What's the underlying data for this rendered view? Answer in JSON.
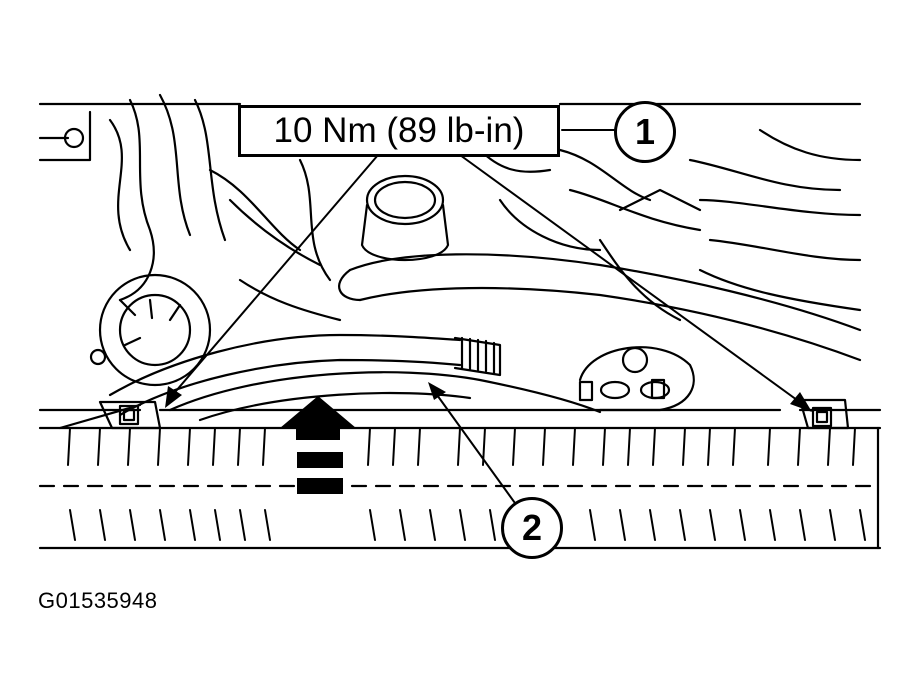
{
  "torque_spec": "10 Nm (89 lb-in)",
  "callouts": [
    {
      "number": "1"
    },
    {
      "number": "2"
    }
  ],
  "figure_id": "G01535948",
  "colors": {
    "ink": "#000000",
    "paper": "#ffffff"
  }
}
